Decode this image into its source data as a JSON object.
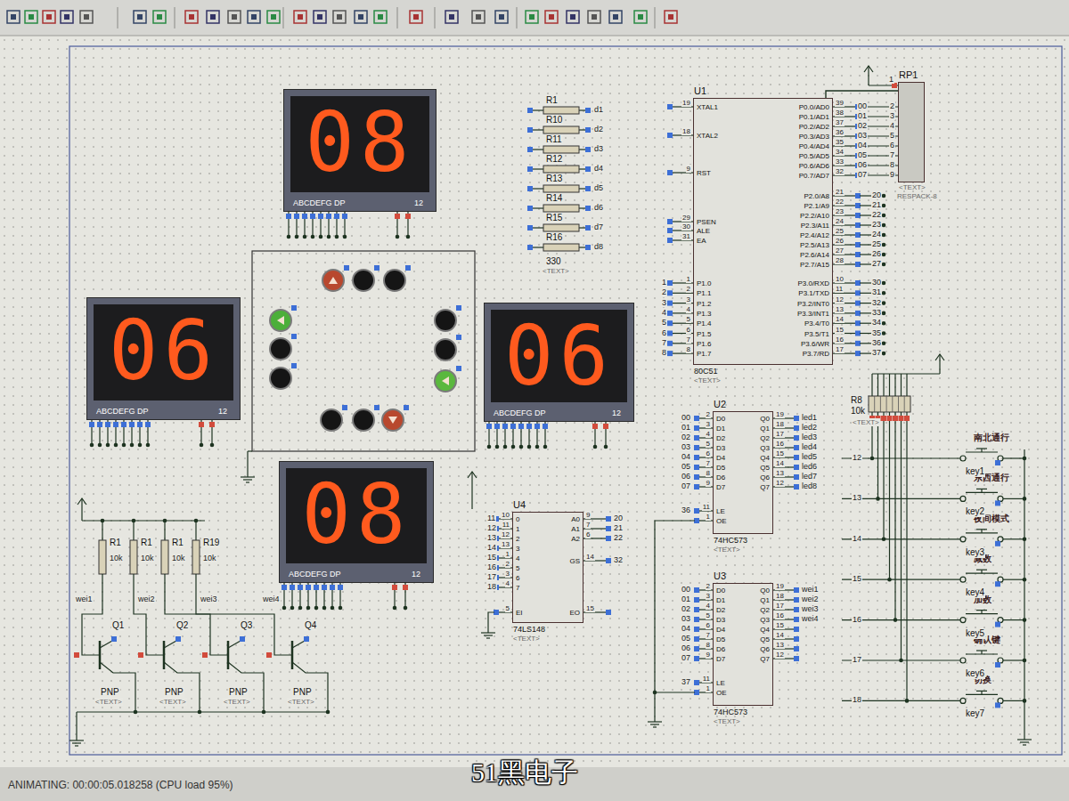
{
  "diagram": {
    "nodes": [
      {
        "text": [
          "08",
          "ABCDEFG DP",
          "12"
        ]
      },
      {
        "text": [
          "06",
          "ABCDEFG DP",
          "12"
        ]
      },
      {
        "text": [
          "06",
          "ABCDEFG DP",
          "12"
        ]
      },
      {
        "text": [
          "08",
          "ABCDEFG DP",
          "12"
        ]
      },
      {
        "text": [
          "U1",
          "80C51",
          "<TEXT>",
          "19",
          "XTAL1",
          "18",
          "XTAL2",
          "9",
          "RST",
          "29",
          "PSEN",
          "30",
          "ALE",
          "31",
          "EA",
          "1",
          "P1.0",
          "2",
          "P1.1",
          "3",
          "P1.2",
          "4",
          "P1.3",
          "5",
          "P1.4",
          "6",
          "P1.5",
          "7",
          "P1.6",
          "8",
          "P1.7",
          "P0.0/AD0",
          "39",
          "P0.1/AD1",
          "38",
          "P0.2/AD2",
          "37",
          "P0.3/AD3",
          "36",
          "P0.4/AD4",
          "35",
          "P0.5/AD5",
          "34",
          "P0.6/AD6",
          "33",
          "P0.7/AD7",
          "32",
          "P2.0/A8",
          "21",
          "P2.1/A9",
          "22",
          "P2.2/A10",
          "23",
          "P2.3/A11",
          "24",
          "P2.4/A12",
          "25",
          "P2.5/A13",
          "26",
          "P2.6/A14",
          "27",
          "P2.7/A15",
          "28",
          "P3.0/RXD",
          "10",
          "P3.1/TXD",
          "11",
          "P3.2/INT0",
          "12",
          "P3.3/INT1",
          "13",
          "P3.4/T0",
          "14",
          "P3.5/T1",
          "15",
          "P3.6/WR",
          "16",
          "P3.7/RD",
          "17"
        ]
      },
      {
        "text": [
          "RP1",
          "<TEXT>",
          "RESPACK-8"
        ]
      },
      {
        "text": [
          "U2",
          "74HC573",
          "<TEXT>",
          "2",
          "D0",
          "3",
          "D1",
          "4",
          "D2",
          "5",
          "D3",
          "6",
          "D4",
          "7",
          "D5",
          "8",
          "D6",
          "9",
          "D7",
          "11",
          "LE",
          "1",
          "OE",
          "Q0",
          "19",
          "Q1",
          "18",
          "Q2",
          "17",
          "Q3",
          "16",
          "Q4",
          "15",
          "Q5",
          "14",
          "Q6",
          "13",
          "Q7",
          "12"
        ]
      },
      {
        "text": [
          "U3",
          "74HC573",
          "<TEXT>",
          "2",
          "D0",
          "3",
          "D1",
          "4",
          "D2",
          "5",
          "D3",
          "6",
          "D4",
          "7",
          "D5",
          "8",
          "D6",
          "9",
          "D7",
          "11",
          "LE",
          "1",
          "OE",
          "Q0",
          "19",
          "Q1",
          "18",
          "Q2",
          "17",
          "Q3",
          "16",
          "Q4",
          "15",
          "Q5",
          "14",
          "Q6",
          "13",
          "Q7",
          "12"
        ]
      },
      {
        "text": [
          "U4",
          "74LS148",
          "<TEXT>",
          "10",
          "0",
          "11",
          "1",
          "12",
          "2",
          "13",
          "3",
          "1",
          "4",
          "2",
          "5",
          "3",
          "6",
          "4",
          "7",
          "5",
          "EI",
          "A0",
          "9",
          "A1",
          "7",
          "A2",
          "6",
          "GS",
          "14",
          "EO",
          "15"
        ]
      }
    ],
    "edges": [
      {
        "from": 4,
        "to": 5,
        "arrow": "none"
      }
    ],
    "labels": [
      "ANIMATING: 00:00:05.018258 (CPU load 95%)",
      "51黑电子",
      "R1",
      "R10",
      "R11",
      "R12",
      "R13",
      "R14",
      "R15",
      "R16",
      "330",
      "<TEXT>",
      "d1",
      "d2",
      "d3",
      "d4",
      "d5",
      "d6",
      "d7",
      "d8",
      "00",
      "01",
      "02",
      "03",
      "04",
      "05",
      "06",
      "07",
      "2",
      "3",
      "4",
      "5",
      "6",
      "7",
      "8",
      "9",
      "1",
      "20",
      "21",
      "22",
      "23",
      "24",
      "25",
      "26",
      "27",
      "30",
      "31",
      "32",
      "33",
      "34",
      "35",
      "36",
      "37",
      "1",
      "2",
      "3",
      "4",
      "5",
      "6",
      "7",
      "8",
      "00",
      "01",
      "02",
      "03",
      "04",
      "05",
      "06",
      "07",
      "36",
      "led1",
      "led2",
      "led3",
      "led4",
      "led5",
      "led6",
      "led7",
      "led8",
      "00",
      "01",
      "02",
      "03",
      "04",
      "05",
      "06",
      "07",
      "37",
      "wei1",
      "wei2",
      "wei3",
      "wei4",
      "11",
      "12",
      "13",
      "14",
      "15",
      "16",
      "17",
      "18",
      "20",
      "21",
      "22",
      "32",
      "R8",
      "10k",
      "<TEXT>",
      "12",
      "13",
      "14",
      "15",
      "16",
      "17",
      "18",
      "南北通行",
      "东西通行",
      "夜间模式",
      "减数",
      "加数",
      "确认键",
      "切换",
      "key1",
      "key2",
      "key3",
      "key4",
      "key5",
      "key6",
      "key7",
      "R1",
      "R1",
      "R1",
      "R19",
      "10k",
      "10k",
      "10k",
      "10k",
      "Q1",
      "Q2",
      "Q3",
      "Q4",
      "PNP",
      "PNP",
      "PNP",
      "PNP",
      "<TEXT>",
      "<TEXT>",
      "<TEXT>",
      "<TEXT>",
      "wei1",
      "wei2",
      "wei3",
      "wei4"
    ]
  }
}
